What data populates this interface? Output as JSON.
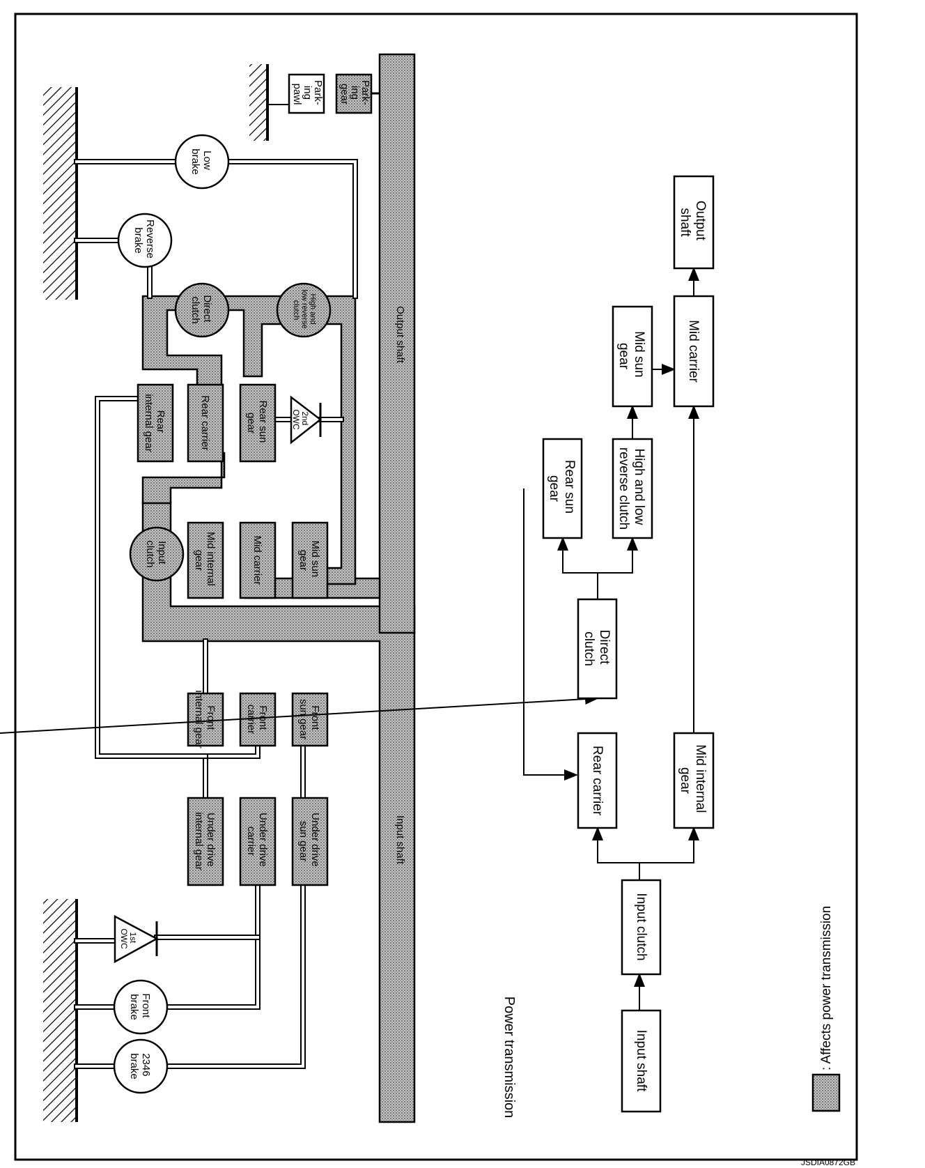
{
  "diagram_code": "JSDIA0872GB",
  "components": {
    "brake_2346": [
      "2346",
      "brake"
    ],
    "front_brake": [
      "Front",
      "brake"
    ],
    "owc_1st": [
      "1st",
      "OWC"
    ],
    "underdrive_internal_gear": [
      "Under drive",
      "internal gear"
    ],
    "underdrive_carrier": [
      "Under drive",
      "carrier"
    ],
    "underdrive_sun_gear": [
      "Under drive",
      "sun gear"
    ],
    "input_shaft": "Input shaft",
    "front_internal_gear": [
      "Front",
      "internal gear"
    ],
    "front_carrier": [
      "Front",
      "carrier"
    ],
    "front_sun_gear": [
      "Front",
      "sun gear"
    ],
    "input_clutch": [
      "Input",
      "clutch"
    ],
    "mid_internal_gear": [
      "Mid internal",
      "gear"
    ],
    "mid_carrier": "Mid carrier",
    "mid_sun_gear": [
      "Mid sun",
      "gear"
    ],
    "rear_internal_gear": [
      "Rear",
      "internal gear"
    ],
    "rear_carrier": "Rear carrier",
    "rear_sun_gear": [
      "Rear sun",
      "gear"
    ],
    "owc_2nd": [
      "2nd",
      "OWC"
    ],
    "direct_clutch": [
      "Direct",
      "clutch"
    ],
    "high_low_reverse_clutch": [
      "High and",
      "low reverse",
      "clutch"
    ],
    "reverse_brake": [
      "Reverse",
      "brake"
    ],
    "low_brake": [
      "Low",
      "brake"
    ],
    "output_shaft": "Output shaft",
    "parking_pawl": [
      "Park-",
      "ing",
      "pawl"
    ],
    "parking_gear": [
      "Park-",
      "ing",
      "gear"
    ]
  },
  "power_transmission": {
    "title": "Power transmission",
    "nodes": {
      "input_shaft": [
        "Input shaft"
      ],
      "input_clutch": [
        "Input clutch"
      ],
      "rear_carrier": [
        "Rear carrier"
      ],
      "mid_internal_gear": [
        "Mid internal",
        "gear"
      ],
      "direct_clutch": [
        "Direct",
        "clutch"
      ],
      "rear_sun_gear": [
        "Rear sun",
        "gear"
      ],
      "high_low_reverse_clutch": [
        "High and low",
        "reverse clutch"
      ],
      "mid_sun_gear": [
        "Mid sun",
        "gear"
      ],
      "mid_carrier": [
        "Mid carrier"
      ],
      "output_shaft": [
        "Output",
        "shaft"
      ]
    }
  },
  "legend": {
    "text": ": Affects power transmission"
  }
}
